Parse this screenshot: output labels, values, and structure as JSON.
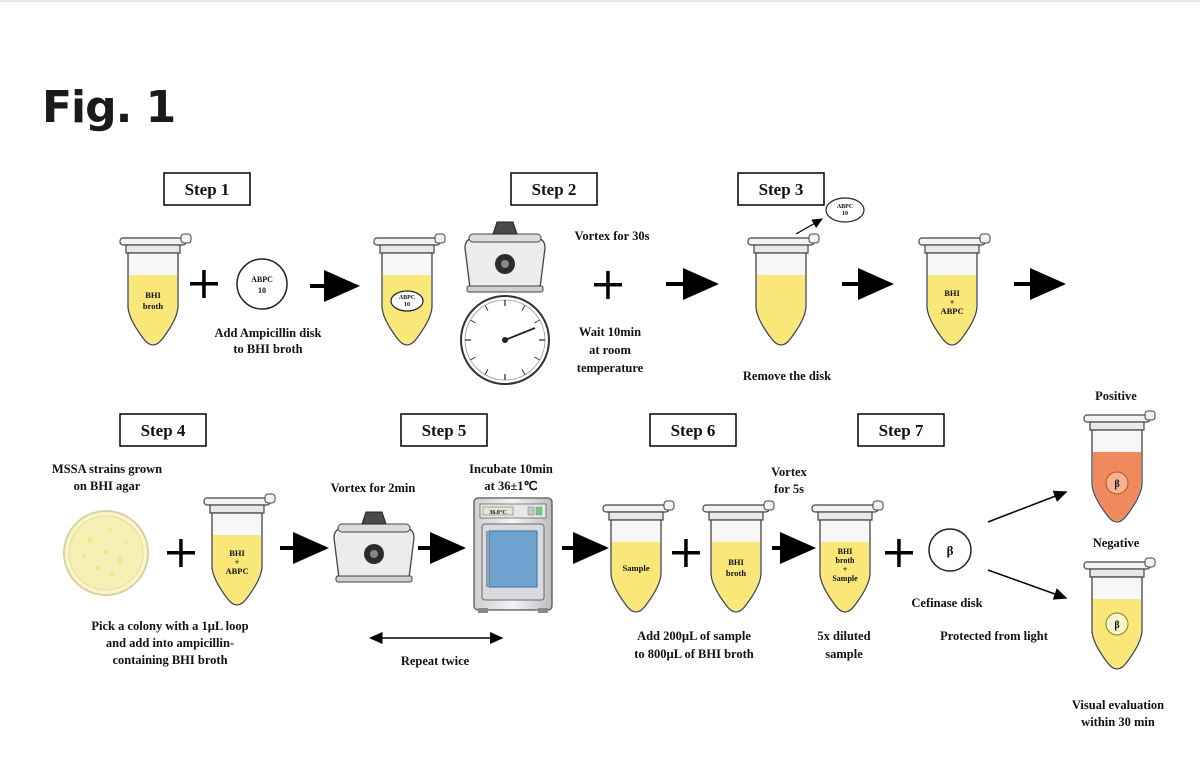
{
  "figure": {
    "title": "Fig. 1"
  },
  "steps": [
    "Step 1",
    "Step 2",
    "Step 3",
    "Step 4",
    "Step 5",
    "Step 6",
    "Step 7"
  ],
  "captions": {
    "add_disk": [
      "Add Ampicillin disk",
      "to BHI broth"
    ],
    "vortex30": "Vortex for 30s",
    "wait": [
      "Wait 10min",
      "at room",
      "temperature"
    ],
    "remove": "Remove the disk",
    "mssa": [
      "MSSA strains grown",
      "on BHI agar"
    ],
    "pick": [
      "Pick a colony with a 1µL loop",
      "and add into ampicillin-",
      "containing BHI broth"
    ],
    "vortex2min": "Vortex for 2min",
    "incubate": [
      "Incubate 10min",
      "at 36±1℃"
    ],
    "repeat": "Repeat twice",
    "add200": [
      "Add 200µL of sample",
      "to 800µL of BHI broth"
    ],
    "vortex5s": [
      "Vortex",
      "for 5s"
    ],
    "diluted": [
      "5x diluted",
      "sample"
    ],
    "cefinase": "Cefinase disk",
    "protected": "Protected from light",
    "positive": "Positive",
    "negative": "Negative",
    "visual": [
      "Visual evaluation",
      "within 30 min"
    ]
  },
  "labels": {
    "bhi_broth": [
      "BHI",
      "broth"
    ],
    "bhi_abpc": [
      "BHI",
      "+",
      "ABPC"
    ],
    "abpc_disk": [
      "ABPC",
      "10"
    ],
    "sample": "Sample",
    "bhi_broth_sample": [
      "BHI",
      "broth",
      "+",
      "Sample"
    ],
    "beta": "β",
    "incubator_display": "36.0°C"
  },
  "colors": {
    "liquid_yellow": "#f9e77a",
    "liquid_positive": "#f08a5d",
    "arrow": "#000000"
  }
}
